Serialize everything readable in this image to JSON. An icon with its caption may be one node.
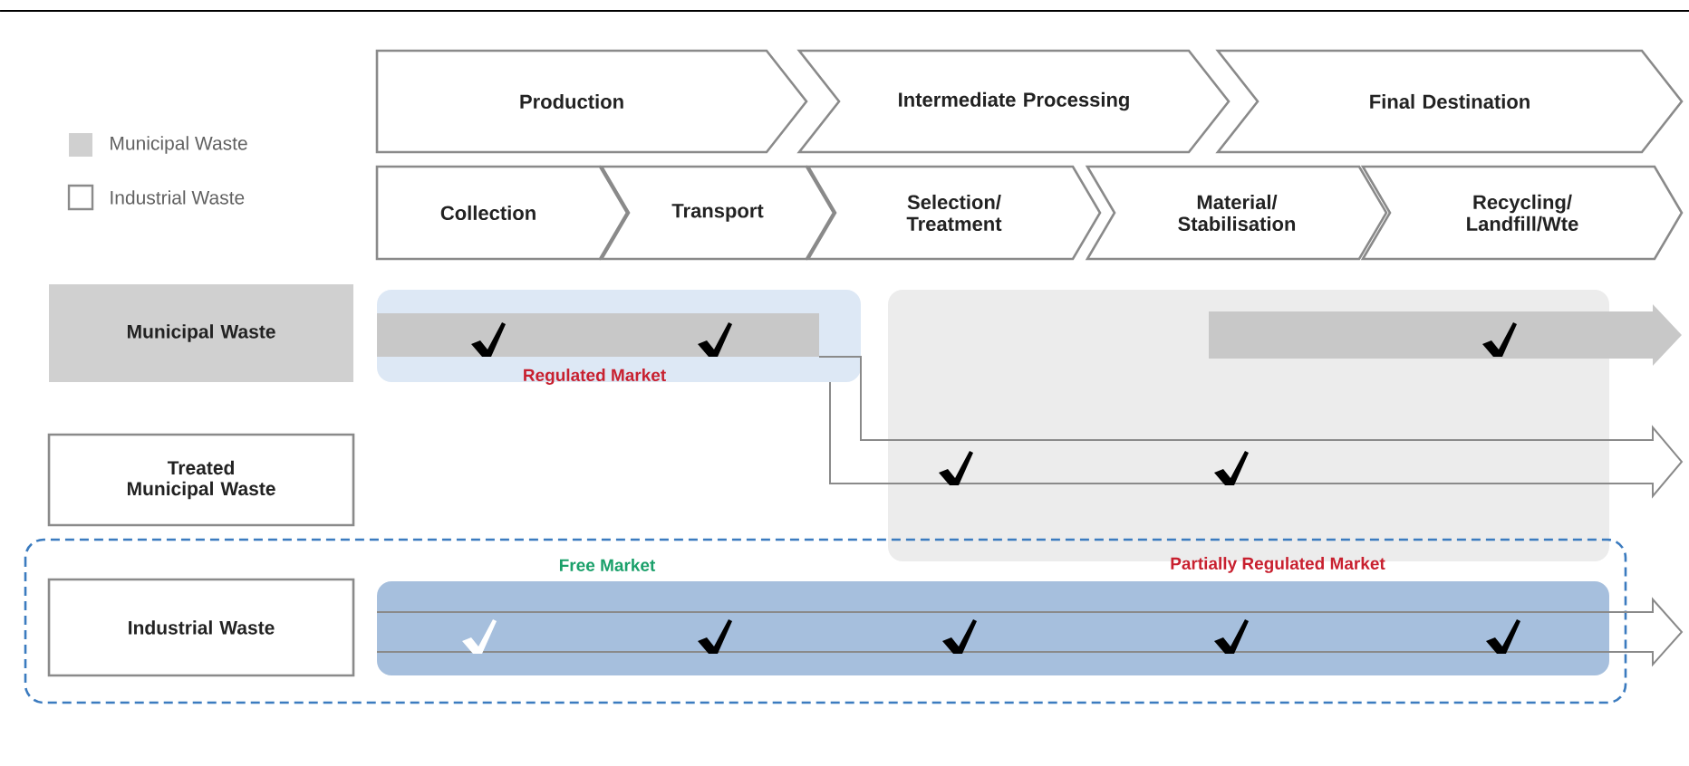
{
  "diagram": {
    "nodes": [
      {
        "text": [
          "Production"
        ]
      },
      {
        "text": [
          "Intermediate Processing"
        ]
      },
      {
        "text": [
          "Final Destination"
        ]
      },
      {
        "text": [
          "Collection"
        ]
      },
      {
        "text": [
          "Transport"
        ]
      },
      {
        "text": [
          "Selection/ Treatment"
        ]
      },
      {
        "text": [
          "Material/ Stabilisation"
        ]
      },
      {
        "text": [
          "Recycling/ Landfill/Wte"
        ]
      },
      {
        "text": [
          "Municipal Waste"
        ]
      },
      {
        "text": [
          "Treated Municipal Waste"
        ]
      },
      {
        "text": [
          "Industrial Waste"
        ]
      }
    ],
    "labels": [
      "Regulated Market",
      "Free Market",
      "Partially Regulated Market"
    ],
    "legend": [
      {
        "text": "Municipal Waste",
        "color": "#d0d0d0"
      },
      {
        "text": "Industrial Waste"
      }
    ]
  }
}
